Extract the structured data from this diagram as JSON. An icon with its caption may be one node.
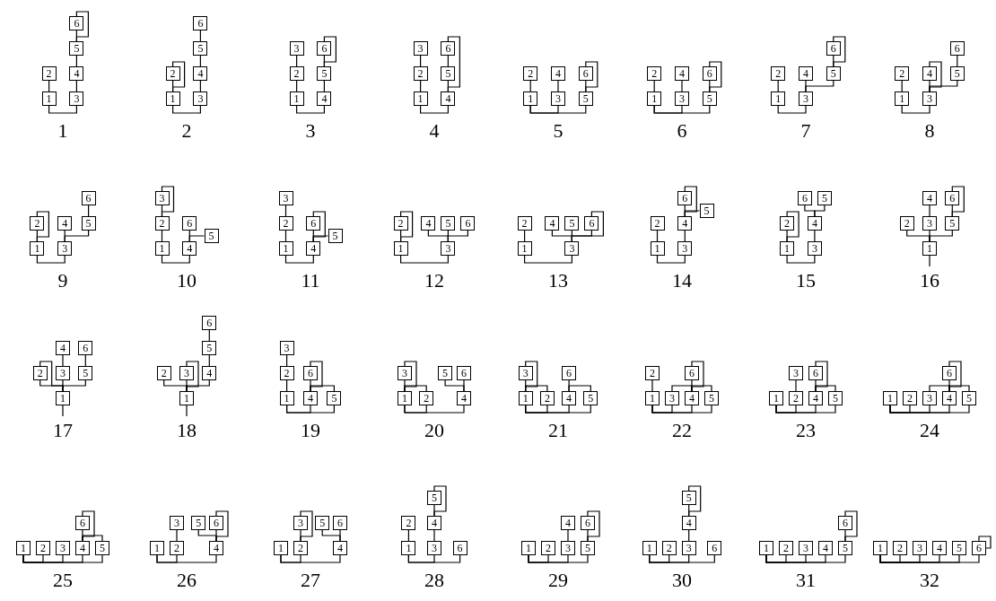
{
  "diagram": {
    "nodes": [
      {
        "text": [
          "1"
        ]
      },
      {
        "text": [
          "2"
        ]
      },
      {
        "text": [
          "3"
        ]
      },
      {
        "text": [
          "4"
        ]
      },
      {
        "text": [
          "5"
        ]
      },
      {
        "text": [
          "6"
        ]
      },
      {
        "text": [
          "1"
        ]
      },
      {
        "text": [
          "2"
        ]
      },
      {
        "text": [
          "3"
        ]
      },
      {
        "text": [
          "4"
        ]
      },
      {
        "text": [
          "5"
        ]
      },
      {
        "text": [
          "6"
        ]
      },
      {
        "text": [
          "1"
        ]
      },
      {
        "text": [
          "2"
        ]
      },
      {
        "text": [
          "3"
        ]
      },
      {
        "text": [
          "4"
        ]
      },
      {
        "text": [
          "5"
        ]
      },
      {
        "text": [
          "6"
        ]
      },
      {
        "text": [
          "1"
        ]
      },
      {
        "text": [
          "2"
        ]
      },
      {
        "text": [
          "3"
        ]
      },
      {
        "text": [
          "4"
        ]
      },
      {
        "text": [
          "5"
        ]
      },
      {
        "text": [
          "6"
        ]
      },
      {
        "text": [
          "1"
        ]
      },
      {
        "text": [
          "2"
        ]
      },
      {
        "text": [
          "3"
        ]
      },
      {
        "text": [
          "4"
        ]
      },
      {
        "text": [
          "5"
        ]
      },
      {
        "text": [
          "6"
        ]
      },
      {
        "text": [
          "1"
        ]
      },
      {
        "text": [
          "2"
        ]
      },
      {
        "text": [
          "3"
        ]
      },
      {
        "text": [
          "4"
        ]
      },
      {
        "text": [
          "5"
        ]
      },
      {
        "text": [
          "6"
        ]
      },
      {
        "text": [
          "1"
        ]
      },
      {
        "text": [
          "2"
        ]
      },
      {
        "text": [
          "3"
        ]
      },
      {
        "text": [
          "4"
        ]
      },
      {
        "text": [
          "5"
        ]
      },
      {
        "text": [
          "6"
        ]
      },
      {
        "text": [
          "1"
        ]
      },
      {
        "text": [
          "2"
        ]
      },
      {
        "text": [
          "3"
        ]
      },
      {
        "text": [
          "4"
        ]
      },
      {
        "text": [
          "5"
        ]
      },
      {
        "text": [
          "6"
        ]
      },
      {
        "text": [
          "1"
        ]
      },
      {
        "text": [
          "2"
        ]
      },
      {
        "text": [
          "3"
        ]
      },
      {
        "text": [
          "4"
        ]
      },
      {
        "text": [
          "5"
        ]
      },
      {
        "text": [
          "6"
        ]
      },
      {
        "text": [
          "1"
        ]
      },
      {
        "text": [
          "2"
        ]
      },
      {
        "text": [
          "3"
        ]
      },
      {
        "text": [
          "4"
        ]
      },
      {
        "text": [
          "5"
        ]
      },
      {
        "text": [
          "6"
        ]
      },
      {
        "text": [
          "1"
        ]
      },
      {
        "text": [
          "2"
        ]
      },
      {
        "text": [
          "3"
        ]
      },
      {
        "text": [
          "4"
        ]
      },
      {
        "text": [
          "5"
        ]
      },
      {
        "text": [
          "6"
        ]
      },
      {
        "text": [
          "1"
        ]
      },
      {
        "text": [
          "2"
        ]
      },
      {
        "text": [
          "3"
        ]
      },
      {
        "text": [
          "4"
        ]
      },
      {
        "text": [
          "5"
        ]
      },
      {
        "text": [
          "6"
        ]
      },
      {
        "text": [
          "1"
        ]
      },
      {
        "text": [
          "2"
        ]
      },
      {
        "text": [
          "3"
        ]
      },
      {
        "text": [
          "4"
        ]
      },
      {
        "text": [
          "5"
        ]
      },
      {
        "text": [
          "6"
        ]
      },
      {
        "text": [
          "1"
        ]
      },
      {
        "text": [
          "2"
        ]
      },
      {
        "text": [
          "3"
        ]
      },
      {
        "text": [
          "4"
        ]
      },
      {
        "text": [
          "5"
        ]
      },
      {
        "text": [
          "6"
        ]
      },
      {
        "text": [
          "1"
        ]
      },
      {
        "text": [
          "2"
        ]
      },
      {
        "text": [
          "3"
        ]
      },
      {
        "text": [
          "4"
        ]
      },
      {
        "text": [
          "5"
        ]
      },
      {
        "text": [
          "6"
        ]
      },
      {
        "text": [
          "1"
        ]
      },
      {
        "text": [
          "2"
        ]
      },
      {
        "text": [
          "3"
        ]
      },
      {
        "text": [
          "4"
        ]
      },
      {
        "text": [
          "5"
        ]
      },
      {
        "text": [
          "6"
        ]
      },
      {
        "text": [
          "1"
        ]
      },
      {
        "text": [
          "2"
        ]
      },
      {
        "text": [
          "3"
        ]
      },
      {
        "text": [
          "4"
        ]
      },
      {
        "text": [
          "5"
        ]
      },
      {
        "text": [
          "6"
        ]
      },
      {
        "text": [
          "1"
        ]
      },
      {
        "text": [
          "2"
        ]
      },
      {
        "text": [
          "3"
        ]
      },
      {
        "text": [
          "4"
        ]
      },
      {
        "text": [
          "5"
        ]
      },
      {
        "text": [
          "6"
        ]
      },
      {
        "text": [
          "1"
        ]
      },
      {
        "text": [
          "2"
        ]
      },
      {
        "text": [
          "3"
        ]
      },
      {
        "text": [
          "4"
        ]
      },
      {
        "text": [
          "5"
        ]
      },
      {
        "text": [
          "6"
        ]
      },
      {
        "text": [
          "1"
        ]
      },
      {
        "text": [
          "2"
        ]
      },
      {
        "text": [
          "3"
        ]
      },
      {
        "text": [
          "4"
        ]
      },
      {
        "text": [
          "5"
        ]
      },
      {
        "text": [
          "6"
        ]
      },
      {
        "text": [
          "1"
        ]
      },
      {
        "text": [
          "2"
        ]
      },
      {
        "text": [
          "3"
        ]
      },
      {
        "text": [
          "4"
        ]
      },
      {
        "text": [
          "5"
        ]
      },
      {
        "text": [
          "6"
        ]
      },
      {
        "text": [
          "1"
        ]
      },
      {
        "text": [
          "2"
        ]
      },
      {
        "text": [
          "3"
        ]
      },
      {
        "text": [
          "4"
        ]
      },
      {
        "text": [
          "5"
        ]
      },
      {
        "text": [
          "6"
        ]
      },
      {
        "text": [
          "1"
        ]
      },
      {
        "text": [
          "2"
        ]
      },
      {
        "text": [
          "3"
        ]
      },
      {
        "text": [
          "4"
        ]
      },
      {
        "text": [
          "5"
        ]
      },
      {
        "text": [
          "6"
        ]
      },
      {
        "text": [
          "1"
        ]
      },
      {
        "text": [
          "2"
        ]
      },
      {
        "text": [
          "3"
        ]
      },
      {
        "text": [
          "4"
        ]
      },
      {
        "text": [
          "5"
        ]
      },
      {
        "text": [
          "6"
        ]
      },
      {
        "text": [
          "1"
        ]
      },
      {
        "text": [
          "2"
        ]
      },
      {
        "text": [
          "3"
        ]
      },
      {
        "text": [
          "4"
        ]
      },
      {
        "text": [
          "5"
        ]
      },
      {
        "text": [
          "6"
        ]
      },
      {
        "text": [
          "1"
        ]
      },
      {
        "text": [
          "2"
        ]
      },
      {
        "text": [
          "3"
        ]
      },
      {
        "text": [
          "4"
        ]
      },
      {
        "text": [
          "5"
        ]
      },
      {
        "text": [
          "6"
        ]
      },
      {
        "text": [
          "1"
        ]
      },
      {
        "text": [
          "2"
        ]
      },
      {
        "text": [
          "3"
        ]
      },
      {
        "text": [
          "4"
        ]
      },
      {
        "text": [
          "5"
        ]
      },
      {
        "text": [
          "6"
        ]
      },
      {
        "text": [
          "1"
        ]
      },
      {
        "text": [
          "2"
        ]
      },
      {
        "text": [
          "3"
        ]
      },
      {
        "text": [
          "4"
        ]
      },
      {
        "text": [
          "5"
        ]
      },
      {
        "text": [
          "6"
        ]
      },
      {
        "text": [
          "1"
        ]
      },
      {
        "text": [
          "2"
        ]
      },
      {
        "text": [
          "3"
        ]
      },
      {
        "text": [
          "4"
        ]
      },
      {
        "text": [
          "5"
        ]
      },
      {
        "text": [
          "6"
        ]
      },
      {
        "text": [
          "1"
        ]
      },
      {
        "text": [
          "2"
        ]
      },
      {
        "text": [
          "3"
        ]
      },
      {
        "text": [
          "4"
        ]
      },
      {
        "text": [
          "5"
        ]
      },
      {
        "text": [
          "6"
        ]
      },
      {
        "text": [
          "1"
        ]
      },
      {
        "text": [
          "2"
        ]
      },
      {
        "text": [
          "3"
        ]
      },
      {
        "text": [
          "4"
        ]
      },
      {
        "text": [
          "5"
        ]
      },
      {
        "text": [
          "6"
        ]
      },
      {
        "text": [
          "1"
        ]
      },
      {
        "text": [
          "2"
        ]
      },
      {
        "text": [
          "3"
        ]
      },
      {
        "text": [
          "4"
        ]
      },
      {
        "text": [
          "5"
        ]
      },
      {
        "text": [
          "6"
        ]
      }
    ],
    "edges": [
      {
        "from": 0,
        "to": 2,
        "arrow": "none"
      },
      {
        "from": 0,
        "to": 1,
        "arrow": "none"
      },
      {
        "from": 2,
        "to": 3,
        "arrow": "none"
      },
      {
        "from": 3,
        "to": 4,
        "arrow": "none"
      },
      {
        "from": 4,
        "to": 5,
        "arrow": "none"
      },
      {
        "from": 4,
        "to": 5,
        "arrow": "none"
      },
      {
        "from": 6,
        "to": 8,
        "arrow": "none"
      },
      {
        "from": 6,
        "to": 7,
        "arrow": "none"
      },
      {
        "from": 6,
        "to": 7,
        "arrow": "none"
      },
      {
        "from": 8,
        "to": 9,
        "arrow": "none"
      },
      {
        "from": 9,
        "to": 10,
        "arrow": "none"
      },
      {
        "from": 10,
        "to": 11,
        "arrow": "none"
      },
      {
        "from": 12,
        "to": 15,
        "arrow": "none"
      },
      {
        "from": 12,
        "to": 13,
        "arrow": "none"
      },
      {
        "from": 13,
        "to": 14,
        "arrow": "none"
      },
      {
        "from": 15,
        "to": 16,
        "arrow": "none"
      },
      {
        "from": 16,
        "to": 17,
        "arrow": "none"
      },
      {
        "from": 16,
        "to": 17,
        "arrow": "none"
      },
      {
        "from": 18,
        "to": 21,
        "arrow": "none"
      },
      {
        "from": 18,
        "to": 19,
        "arrow": "none"
      },
      {
        "from": 19,
        "to": 20,
        "arrow": "none"
      },
      {
        "from": 21,
        "to": 22,
        "arrow": "none"
      },
      {
        "from": 22,
        "to": 23,
        "arrow": "none"
      },
      {
        "from": 21,
        "to": 23,
        "arrow": "none"
      },
      {
        "from": 24,
        "to": 26,
        "arrow": "none"
      },
      {
        "from": 24,
        "to": 28,
        "arrow": "none"
      },
      {
        "from": 24,
        "to": 25,
        "arrow": "none"
      },
      {
        "from": 26,
        "to": 27,
        "arrow": "none"
      },
      {
        "from": 28,
        "to": 29,
        "arrow": "none"
      },
      {
        "from": 28,
        "to": 29,
        "arrow": "none"
      },
      {
        "from": 30,
        "to": 32,
        "arrow": "none"
      },
      {
        "from": 30,
        "to": 34,
        "arrow": "none"
      },
      {
        "from": 30,
        "to": 31,
        "arrow": "none"
      },
      {
        "from": 32,
        "to": 33,
        "arrow": "none"
      },
      {
        "from": 34,
        "to": 35,
        "arrow": "none"
      },
      {
        "from": 34,
        "to": 35,
        "arrow": "none"
      },
      {
        "from": 36,
        "to": 38,
        "arrow": "none"
      },
      {
        "from": 36,
        "to": 37,
        "arrow": "none"
      },
      {
        "from": 38,
        "to": 39,
        "arrow": "none"
      },
      {
        "from": 38,
        "to": 40,
        "arrow": "none"
      },
      {
        "from": 40,
        "to": 41,
        "arrow": "none"
      },
      {
        "from": 40,
        "to": 41,
        "arrow": "none"
      },
      {
        "from": 42,
        "to": 44,
        "arrow": "none"
      },
      {
        "from": 42,
        "to": 43,
        "arrow": "none"
      },
      {
        "from": 44,
        "to": 45,
        "arrow": "none"
      },
      {
        "from": 44,
        "to": 46,
        "arrow": "none"
      },
      {
        "from": 44,
        "to": 45,
        "arrow": "none"
      },
      {
        "from": 46,
        "to": 47,
        "arrow": "none"
      },
      {
        "from": 48,
        "to": 50,
        "arrow": "none"
      },
      {
        "from": 48,
        "to": 49,
        "arrow": "none"
      },
      {
        "from": 48,
        "to": 49,
        "arrow": "none"
      },
      {
        "from": 50,
        "to": 51,
        "arrow": "none"
      },
      {
        "from": 50,
        "to": 52,
        "arrow": "none"
      },
      {
        "from": 52,
        "to": 53,
        "arrow": "none"
      },
      {
        "from": 54,
        "to": 57,
        "arrow": "none"
      },
      {
        "from": 54,
        "to": 55,
        "arrow": "none"
      },
      {
        "from": 55,
        "to": 56,
        "arrow": "none"
      },
      {
        "from": 55,
        "to": 56,
        "arrow": "none"
      },
      {
        "from": 57,
        "to": 59,
        "arrow": "none"
      },
      {
        "from": 57,
        "to": 58,
        "arrow": "none"
      },
      {
        "from": 60,
        "to": 63,
        "arrow": "none"
      },
      {
        "from": 60,
        "to": 61,
        "arrow": "none"
      },
      {
        "from": 61,
        "to": 62,
        "arrow": "none"
      },
      {
        "from": 63,
        "to": 65,
        "arrow": "none"
      },
      {
        "from": 63,
        "to": 64,
        "arrow": "none"
      },
      {
        "from": 63,
        "to": 65,
        "arrow": "none"
      },
      {
        "from": 66,
        "to": 68,
        "arrow": "none"
      },
      {
        "from": 66,
        "to": 67,
        "arrow": "none"
      },
      {
        "from": 66,
        "to": 67,
        "arrow": "none"
      },
      {
        "from": 68,
        "to": 69,
        "arrow": "none"
      },
      {
        "from": 68,
        "to": 70,
        "arrow": "none"
      },
      {
        "from": 68,
        "to": 71,
        "arrow": "none"
      },
      {
        "from": 72,
        "to": 74,
        "arrow": "none"
      },
      {
        "from": 72,
        "to": 73,
        "arrow": "none"
      },
      {
        "from": 74,
        "to": 75,
        "arrow": "none"
      },
      {
        "from": 74,
        "to": 76,
        "arrow": "none"
      },
      {
        "from": 74,
        "to": 77,
        "arrow": "none"
      },
      {
        "from": 74,
        "to": 77,
        "arrow": "none"
      },
      {
        "from": 78,
        "to": 80,
        "arrow": "none"
      },
      {
        "from": 78,
        "to": 79,
        "arrow": "none"
      },
      {
        "from": 80,
        "to": 81,
        "arrow": "none"
      },
      {
        "from": 81,
        "to": 83,
        "arrow": "none"
      },
      {
        "from": 81,
        "to": 82,
        "arrow": "none"
      },
      {
        "from": 81,
        "to": 83,
        "arrow": "none"
      },
      {
        "from": 84,
        "to": 86,
        "arrow": "none"
      },
      {
        "from": 84,
        "to": 85,
        "arrow": "none"
      },
      {
        "from": 84,
        "to": 85,
        "arrow": "none"
      },
      {
        "from": 86,
        "to": 87,
        "arrow": "none"
      },
      {
        "from": 87,
        "to": 89,
        "arrow": "none"
      },
      {
        "from": 87,
        "to": 88,
        "arrow": "none"
      },
      {
        "from": null,
        "to": 90,
        "arrow": "none"
      },
      {
        "from": 90,
        "to": 91,
        "arrow": "none"
      },
      {
        "from": 90,
        "to": 92,
        "arrow": "none"
      },
      {
        "from": 90,
        "to": 94,
        "arrow": "none"
      },
      {
        "from": 92,
        "to": 93,
        "arrow": "none"
      },
      {
        "from": 94,
        "to": 95,
        "arrow": "none"
      },
      {
        "from": 94,
        "to": 95,
        "arrow": "none"
      },
      {
        "from": null,
        "to": 96,
        "arrow": "none"
      },
      {
        "from": 96,
        "to": 97,
        "arrow": "none"
      },
      {
        "from": 96,
        "to": 97,
        "arrow": "none"
      },
      {
        "from": 96,
        "to": 98,
        "arrow": "none"
      },
      {
        "from": 96,
        "to": 100,
        "arrow": "none"
      },
      {
        "from": 98,
        "to": 99,
        "arrow": "none"
      },
      {
        "from": 100,
        "to": 101,
        "arrow": "none"
      },
      {
        "from": null,
        "to": 102,
        "arrow": "none"
      },
      {
        "from": 102,
        "to": 103,
        "arrow": "none"
      },
      {
        "from": 102,
        "to": 104,
        "arrow": "none"
      },
      {
        "from": 102,
        "to": 104,
        "arrow": "none"
      },
      {
        "from": 102,
        "to": 105,
        "arrow": "none"
      },
      {
        "from": 105,
        "to": 106,
        "arrow": "none"
      },
      {
        "from": 106,
        "to": 107,
        "arrow": "none"
      },
      {
        "from": 108,
        "to": 111,
        "arrow": "none"
      },
      {
        "from": 108,
        "to": 112,
        "arrow": "none"
      },
      {
        "from": 108,
        "to": 109,
        "arrow": "none"
      },
      {
        "from": 109,
        "to": 110,
        "arrow": "none"
      },
      {
        "from": 111,
        "to": 113,
        "arrow": "none"
      },
      {
        "from": 111,
        "to": 112,
        "arrow": "none"
      },
      {
        "from": 111,
        "to": 113,
        "arrow": "none"
      },
      {
        "from": 114,
        "to": 115,
        "arrow": "none"
      },
      {
        "from": 114,
        "to": 117,
        "arrow": "none"
      },
      {
        "from": 114,
        "to": 116,
        "arrow": "none"
      },
      {
        "from": 114,
        "to": 116,
        "arrow": "none"
      },
      {
        "from": 114,
        "to": 115,
        "arrow": "none"
      },
      {
        "from": 117,
        "to": 119,
        "arrow": "none"
      },
      {
        "from": 117,
        "to": 118,
        "arrow": "none"
      },
      {
        "from": 120,
        "to": 121,
        "arrow": "none"
      },
      {
        "from": 120,
        "to": 123,
        "arrow": "none"
      },
      {
        "from": 120,
        "to": 124,
        "arrow": "none"
      },
      {
        "from": 120,
        "to": 122,
        "arrow": "none"
      },
      {
        "from": 120,
        "to": 122,
        "arrow": "none"
      },
      {
        "from": 120,
        "to": 121,
        "arrow": "none"
      },
      {
        "from": 123,
        "to": 125,
        "arrow": "none"
      },
      {
        "from": 123,
        "to": 124,
        "arrow": "none"
      },
      {
        "from": 126,
        "to": 128,
        "arrow": "none"
      },
      {
        "from": 126,
        "to": 129,
        "arrow": "none"
      },
      {
        "from": 126,
        "to": 130,
        "arrow": "none"
      },
      {
        "from": 126,
        "to": 127,
        "arrow": "none"
      },
      {
        "from": 129,
        "to": 131,
        "arrow": "none"
      },
      {
        "from": 129,
        "to": 131,
        "arrow": "none"
      },
      {
        "from": 129,
        "to": 128,
        "arrow": "none"
      },
      {
        "from": 129,
        "to": 130,
        "arrow": "none"
      },
      {
        "from": 132,
        "to": 133,
        "arrow": "none"
      },
      {
        "from": 132,
        "to": 135,
        "arrow": "none"
      },
      {
        "from": 132,
        "to": 136,
        "arrow": "none"
      },
      {
        "from": 133,
        "to": 134,
        "arrow": "none"
      },
      {
        "from": 135,
        "to": 137,
        "arrow": "none"
      },
      {
        "from": 135,
        "to": 137,
        "arrow": "none"
      },
      {
        "from": 135,
        "to": 136,
        "arrow": "none"
      },
      {
        "from": 138,
        "to": 139,
        "arrow": "none"
      },
      {
        "from": 138,
        "to": 140,
        "arrow": "none"
      },
      {
        "from": 138,
        "to": 141,
        "arrow": "none"
      },
      {
        "from": 138,
        "to": 142,
        "arrow": "none"
      },
      {
        "from": 141,
        "to": 143,
        "arrow": "none"
      },
      {
        "from": 141,
        "to": 143,
        "arrow": "none"
      },
      {
        "from": 141,
        "to": 140,
        "arrow": "none"
      },
      {
        "from": 141,
        "to": 142,
        "arrow": "none"
      },
      {
        "from": 144,
        "to": 145,
        "arrow": "none"
      },
      {
        "from": 144,
        "to": 146,
        "arrow": "none"
      },
      {
        "from": 144,
        "to": 147,
        "arrow": "none"
      },
      {
        "from": 144,
        "to": 148,
        "arrow": "none"
      },
      {
        "from": 147,
        "to": 149,
        "arrow": "none"
      },
      {
        "from": 147,
        "to": 149,
        "arrow": "none"
      },
      {
        "from": 147,
        "to": 148,
        "arrow": "none"
      },
      {
        "from": 150,
        "to": 151,
        "arrow": "none"
      },
      {
        "from": 150,
        "to": 153,
        "arrow": "none"
      },
      {
        "from": 151,
        "to": 152,
        "arrow": "none"
      },
      {
        "from": 153,
        "to": 155,
        "arrow": "none"
      },
      {
        "from": 153,
        "to": 154,
        "arrow": "none"
      },
      {
        "from": 153,
        "to": 155,
        "arrow": "none"
      },
      {
        "from": 156,
        "to": 157,
        "arrow": "none"
      },
      {
        "from": 156,
        "to": 159,
        "arrow": "none"
      },
      {
        "from": 157,
        "to": 158,
        "arrow": "none"
      },
      {
        "from": 157,
        "to": 158,
        "arrow": "none"
      },
      {
        "from": 159,
        "to": 161,
        "arrow": "none"
      },
      {
        "from": 159,
        "to": 160,
        "arrow": "none"
      },
      {
        "from": 162,
        "to": 164,
        "arrow": "none"
      },
      {
        "from": 162,
        "to": 167,
        "arrow": "none"
      },
      {
        "from": 162,
        "to": 163,
        "arrow": "none"
      },
      {
        "from": 164,
        "to": 165,
        "arrow": "none"
      },
      {
        "from": 165,
        "to": 166,
        "arrow": "none"
      },
      {
        "from": 165,
        "to": 166,
        "arrow": "none"
      },
      {
        "from": 168,
        "to": 169,
        "arrow": "none"
      },
      {
        "from": 168,
        "to": 170,
        "arrow": "none"
      },
      {
        "from": 168,
        "to": 172,
        "arrow": "none"
      },
      {
        "from": 170,
        "to": 171,
        "arrow": "none"
      },
      {
        "from": 172,
        "to": 173,
        "arrow": "none"
      },
      {
        "from": 172,
        "to": 173,
        "arrow": "none"
      },
      {
        "from": 174,
        "to": 175,
        "arrow": "none"
      },
      {
        "from": 174,
        "to": 176,
        "arrow": "none"
      },
      {
        "from": 174,
        "to": 179,
        "arrow": "none"
      },
      {
        "from": 176,
        "to": 177,
        "arrow": "none"
      },
      {
        "from": 177,
        "to": 178,
        "arrow": "none"
      },
      {
        "from": 177,
        "to": 178,
        "arrow": "none"
      },
      {
        "from": 180,
        "to": 181,
        "arrow": "none"
      },
      {
        "from": 180,
        "to": 182,
        "arrow": "none"
      },
      {
        "from": 180,
        "to": 183,
        "arrow": "none"
      },
      {
        "from": 180,
        "to": 184,
        "arrow": "none"
      },
      {
        "from": 184,
        "to": 185,
        "arrow": "none"
      },
      {
        "from": 184,
        "to": 185,
        "arrow": "none"
      },
      {
        "from": 186,
        "to": 187,
        "arrow": "none"
      },
      {
        "from": 186,
        "to": 188,
        "arrow": "none"
      },
      {
        "from": 186,
        "to": 189,
        "arrow": "none"
      },
      {
        "from": 186,
        "to": 190,
        "arrow": "none"
      },
      {
        "from": 186,
        "to": 191,
        "arrow": "none"
      },
      {
        "from": 191,
        "to": 191,
        "arrow": "none"
      }
    ],
    "labels": [
      "1",
      "2",
      "3",
      "4",
      "5",
      "6",
      "7",
      "8",
      "9",
      "10",
      "11",
      "12",
      "13",
      "14",
      "15",
      "16",
      "17",
      "18",
      "19",
      "20",
      "21",
      "22",
      "23",
      "24",
      "25",
      "26",
      "27",
      "28",
      "29",
      "30",
      "31",
      "32"
    ]
  }
}
